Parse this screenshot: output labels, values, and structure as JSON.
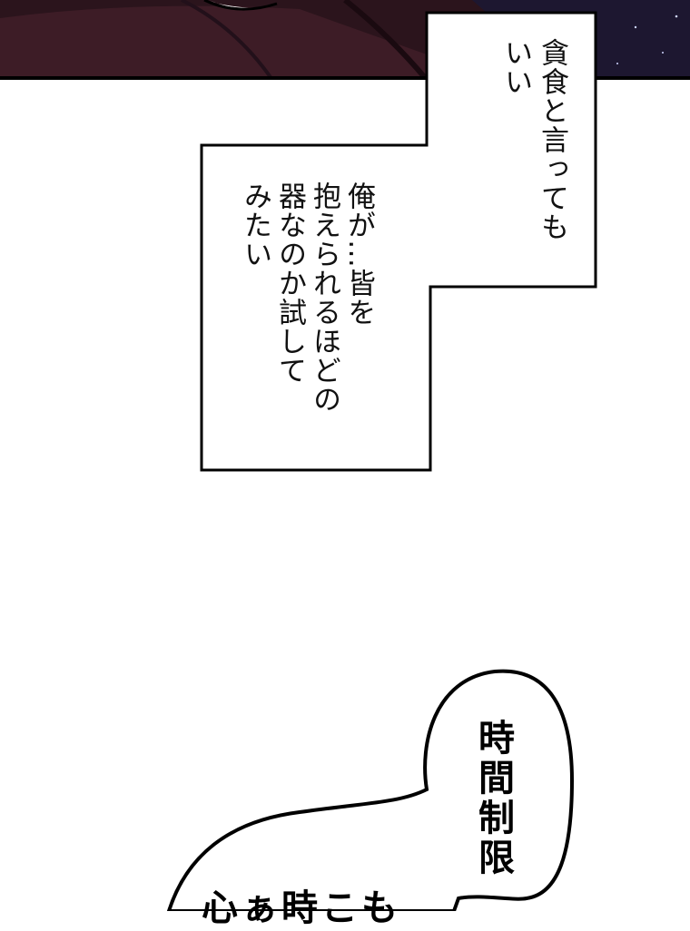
{
  "narration_box_1": {
    "lines": [
      "貪食と言っても",
      "いい"
    ]
  },
  "narration_box_2": {
    "lines": [
      "俺が…皆を",
      "抱えられるほどの",
      "器なのか試して",
      "みたい"
    ]
  },
  "speech_bubble_1": {
    "text": "時間制限"
  },
  "speech_bubble_2": {
    "text": "心ぁ時こも"
  },
  "colors": {
    "ink": "#111111",
    "paper": "#ffffff",
    "scene_dark": "#2a1218"
  }
}
